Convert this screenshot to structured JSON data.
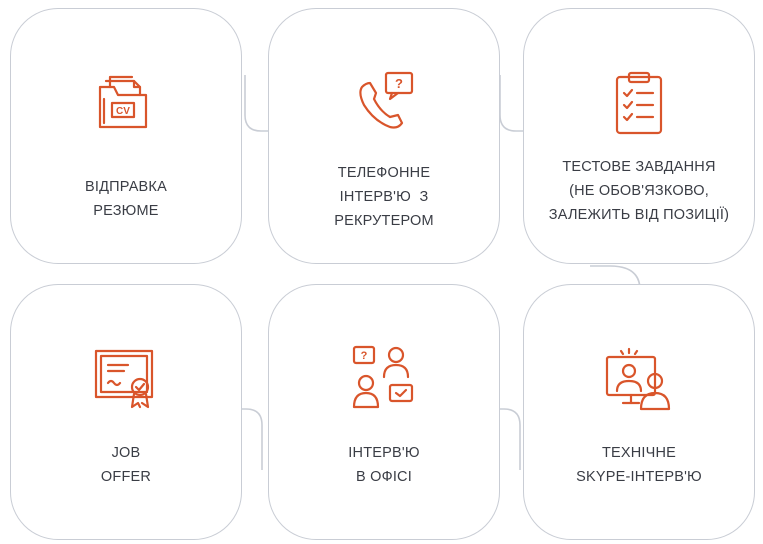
{
  "steps": [
    {
      "icon": "cv-folder-icon",
      "lines": [
        "ВІДПРАВКА",
        "РЕЗЮМЕ"
      ]
    },
    {
      "icon": "phone-question-icon",
      "lines": [
        "ТЕЛЕФОННЕ",
        "ІНТЕРВ'Ю  З",
        "РЕКРУТЕРОМ"
      ]
    },
    {
      "icon": "clipboard-checklist-icon",
      "lines": [
        "ТЕСТОВЕ ЗАВДАННЯ",
        "(НЕ ОБОВ'ЯЗКОВО,",
        "ЗАЛЕЖИТЬ ВІД ПОЗИЦІЇ)"
      ]
    },
    {
      "icon": "video-call-icon",
      "lines": [
        "ТЕХНІЧНЕ",
        "SKYPE-ІНТЕРВ'Ю"
      ]
    },
    {
      "icon": "office-interview-icon",
      "lines": [
        "ІНТЕРВ'Ю",
        "В ОФІСІ"
      ]
    },
    {
      "icon": "job-offer-certificate-icon",
      "lines": [
        "JOB",
        "OFFER"
      ]
    }
  ],
  "colors": {
    "accent": "#d9552b",
    "border": "#c9cdd5",
    "text": "#3a3d45"
  }
}
